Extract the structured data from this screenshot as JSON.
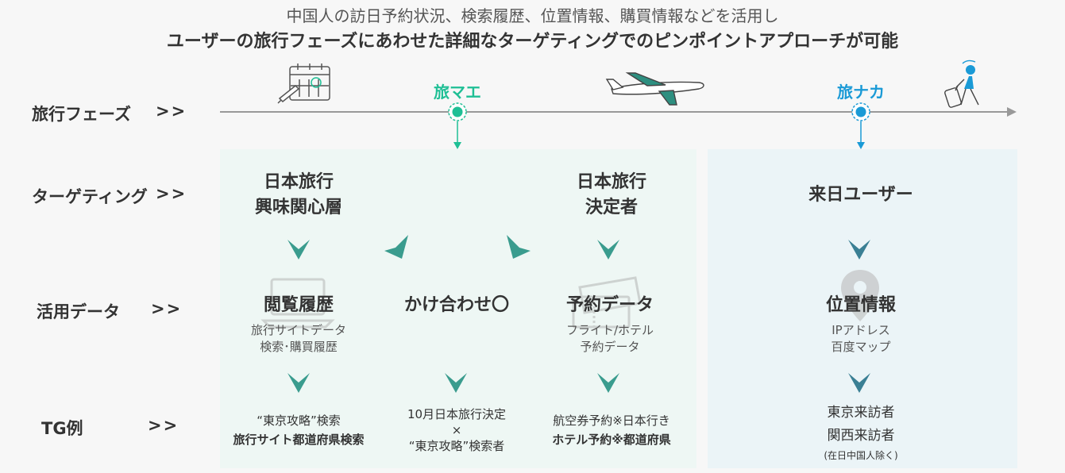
{
  "headline": {
    "line1": "中国人の訪日予約状況、検索履歴、位置情報、購買情報などを活用し",
    "line2": "ユーザーの旅行フェーズにあわせた詳細なターゲティングでのピンポイントアプローチが可能"
  },
  "row_labels": [
    {
      "label": "旅行フェーズ",
      "arrows": ">>"
    },
    {
      "label": "ターゲティング",
      "arrows": ">>"
    },
    {
      "label": "活用データ",
      "arrows": ">>"
    },
    {
      "label": "TG例",
      "arrows": ">>"
    }
  ],
  "phases": {
    "before": {
      "label": "旅マエ",
      "color": "#1fbf95"
    },
    "during": {
      "label": "旅ナカ",
      "color": "#1a9ad6"
    }
  },
  "targeting": {
    "interest": [
      "日本旅行",
      "興味関心層"
    ],
    "decided": [
      "日本旅行",
      "決定者"
    ],
    "visitors": "来日ユーザー"
  },
  "data_sources": {
    "browsing": {
      "title": "閲覧履歴",
      "sub": [
        "旅行サイトデータ",
        "検索･購買履歴"
      ]
    },
    "combination": {
      "title": "かけ合わせ〇"
    },
    "booking": {
      "title": "予約データ",
      "sub": [
        "フライト/ホテル",
        "予約データ"
      ]
    },
    "location": {
      "title": "位置情報",
      "sub": [
        "IPアドレス",
        "百度マップ"
      ]
    }
  },
  "tg_examples": {
    "browsing": {
      "line1": "“東京攻略”検索",
      "line2": "旅行サイト都道府県検索"
    },
    "combination": {
      "line1": "10月日本旅行決定",
      "line2": "×",
      "line3": "“東京攻略”検索者"
    },
    "booking": {
      "line1": "航空券予約※日本行き",
      "line2": "ホテル予約※都道府県"
    },
    "location": {
      "line1": "東京来訪者",
      "line2": "関西来訪者",
      "line3": "(在日中国人除く)"
    }
  },
  "colors": {
    "teal": "#1fbf95",
    "blue": "#1a9ad6",
    "chevron_teal": "#3a9c8e",
    "chevron_blue": "#3a7f94",
    "panel_teal": "#eef7f4",
    "panel_blue": "#ebf4f7"
  },
  "icons": [
    "calendar-checklist-icon",
    "airplane-icon",
    "traveler-with-suitcase-icon",
    "laptop-icon",
    "ticket-icon",
    "map-pin-icon"
  ]
}
